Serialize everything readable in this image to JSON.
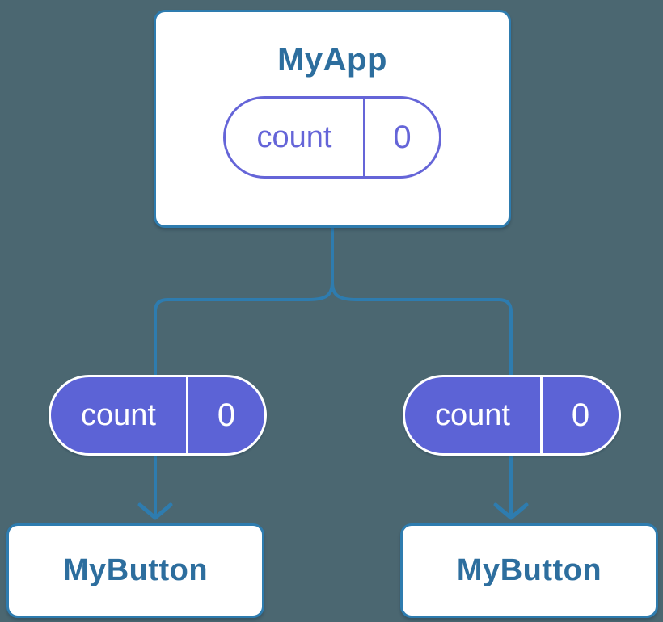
{
  "diagram": {
    "description": "React component tree showing duplicated state in children",
    "root": {
      "title": "MyApp",
      "state": {
        "label": "count",
        "value": "0"
      }
    },
    "children": [
      {
        "title": "MyButton",
        "state": {
          "label": "count",
          "value": "0"
        }
      },
      {
        "title": "MyButton",
        "state": {
          "label": "count",
          "value": "0"
        }
      }
    ]
  },
  "colors": {
    "background": "#4B6771",
    "connector": "#2E7CAF",
    "card_border": "#2E7CAF",
    "card_background": "#FFFFFF",
    "heading_text": "#2D6E9E",
    "pill_outline": "#6565D8",
    "pill_outline_text": "#6565D8",
    "pill_fill": "#5C63D6",
    "pill_fill_text": "#FFFFFF"
  }
}
